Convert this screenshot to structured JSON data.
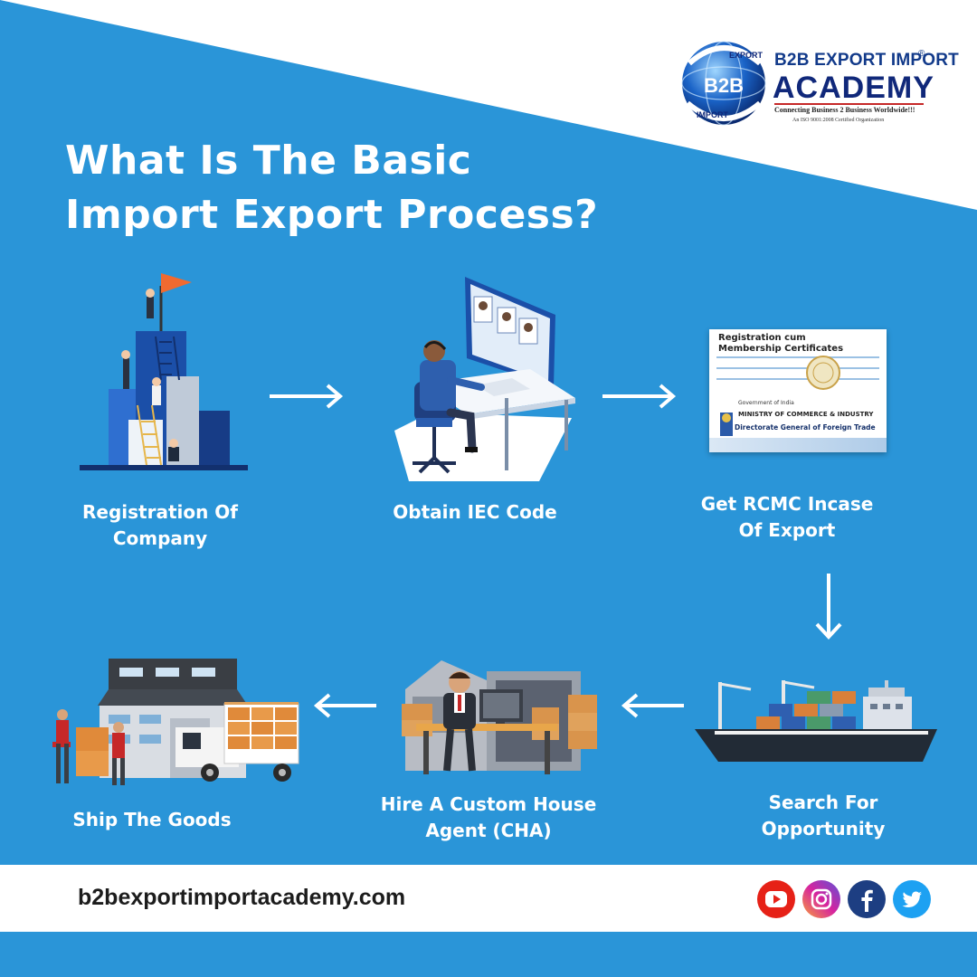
{
  "title": {
    "line1": "What Is The Basic",
    "line2": "Import Export Process?"
  },
  "logo": {
    "name": "B2B EXPORT IMPORT",
    "academy": "ACADEMY",
    "tagline": "Connecting Business 2 Business Worldwide!!!",
    "certification": "An ISO 9001:2008 Certified Organization",
    "emblem_letters": "B2B",
    "emblem_export": "EXPORT",
    "emblem_import": "IMPORT",
    "registered_mark": "®"
  },
  "steps": [
    {
      "label": "Registration Of\nCompany",
      "icon": "company-growth-illustration"
    },
    {
      "label": "Obtain IEC Code",
      "icon": "computer-operator-illustration"
    },
    {
      "label": "Get RCMC Incase\nOf Export",
      "icon": "certificate-illustration"
    },
    {
      "label": "Search For\nOpportunity",
      "icon": "cargo-ship-illustration"
    },
    {
      "label": "Hire A Custom House\nAgent (CHA)",
      "icon": "customs-agent-illustration"
    },
    {
      "label": "Ship The Goods",
      "icon": "warehouse-truck-illustration"
    }
  ],
  "certificate": {
    "heading1": "Registration cum",
    "heading2": "Membership Certificates",
    "gov": "Government of India",
    "ministry": "MINISTRY OF COMMERCE & INDUSTRY",
    "directorate": "Directorate General of Foreign Trade"
  },
  "footer": {
    "url": "b2bexportimportacademy.com",
    "social": [
      "youtube-icon",
      "instagram-icon",
      "facebook-icon",
      "twitter-icon"
    ]
  },
  "colors": {
    "background": "#2a95d8",
    "white_triangle": "#ffffff",
    "brand_navy": "#10287a",
    "youtube": "#e62117",
    "instagram": "#c13584",
    "facebook": "#1d3e82",
    "twitter": "#1da1f2"
  }
}
